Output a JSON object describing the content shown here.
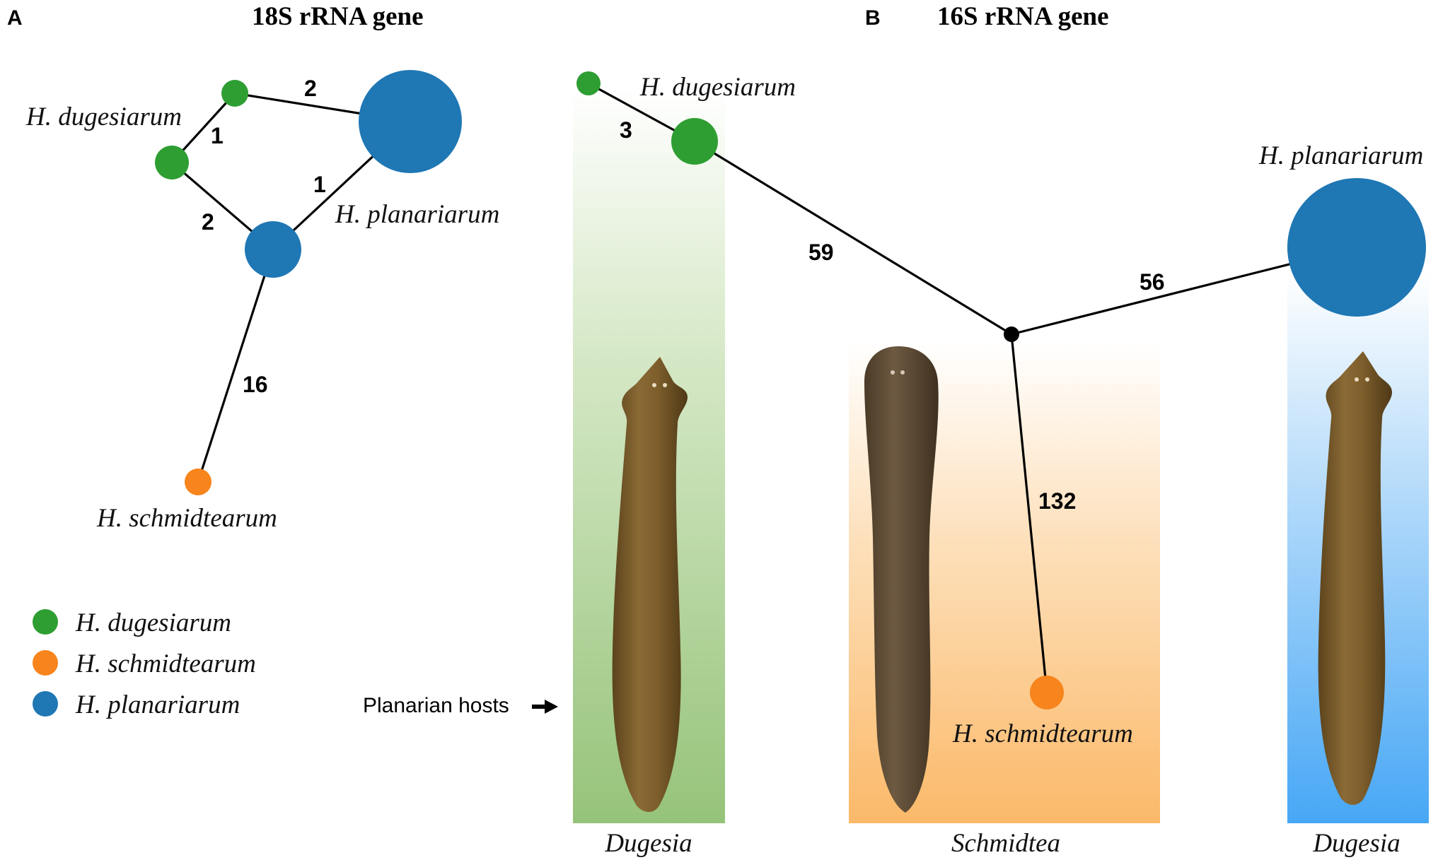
{
  "colors": {
    "dugesiarum": "#2e9e32",
    "schmidtearum": "#f7841c",
    "planariarum": "#1f77b4",
    "median_vector": "#000000",
    "band_green": "#96c37a",
    "band_orange": "#fbb969",
    "band_blue": "#47a7f5",
    "worm": "#7a5a2a"
  },
  "panel_a": {
    "letter": "A",
    "title": "18S rRNA gene",
    "labels": {
      "dugesiarum": "H. dugesiarum",
      "planariarum": "H. planariarum",
      "schmidtearum": "H. schmidtearum"
    },
    "edges": [
      "2",
      "1",
      "1",
      "2",
      "16"
    ]
  },
  "legend": {
    "items": [
      {
        "label": "H. dugesiarum",
        "color": "#2e9e32"
      },
      {
        "label": "H. schmidtearum",
        "color": "#f7841c"
      },
      {
        "label": "H. planariarum",
        "color": "#1f77b4"
      }
    ]
  },
  "panel_b": {
    "letter": "B",
    "title": "16S rRNA gene",
    "labels": {
      "dugesiarum": "H. dugesiarum",
      "planariarum": "H. planariarum",
      "schmidtearum": "H. schmidtearum"
    },
    "edges": [
      "3",
      "59",
      "56",
      "132"
    ]
  },
  "hosts": {
    "arrow_label": "Planarian hosts",
    "genera": [
      "Dugesia",
      "Schmidtea",
      "Dugesia"
    ]
  }
}
